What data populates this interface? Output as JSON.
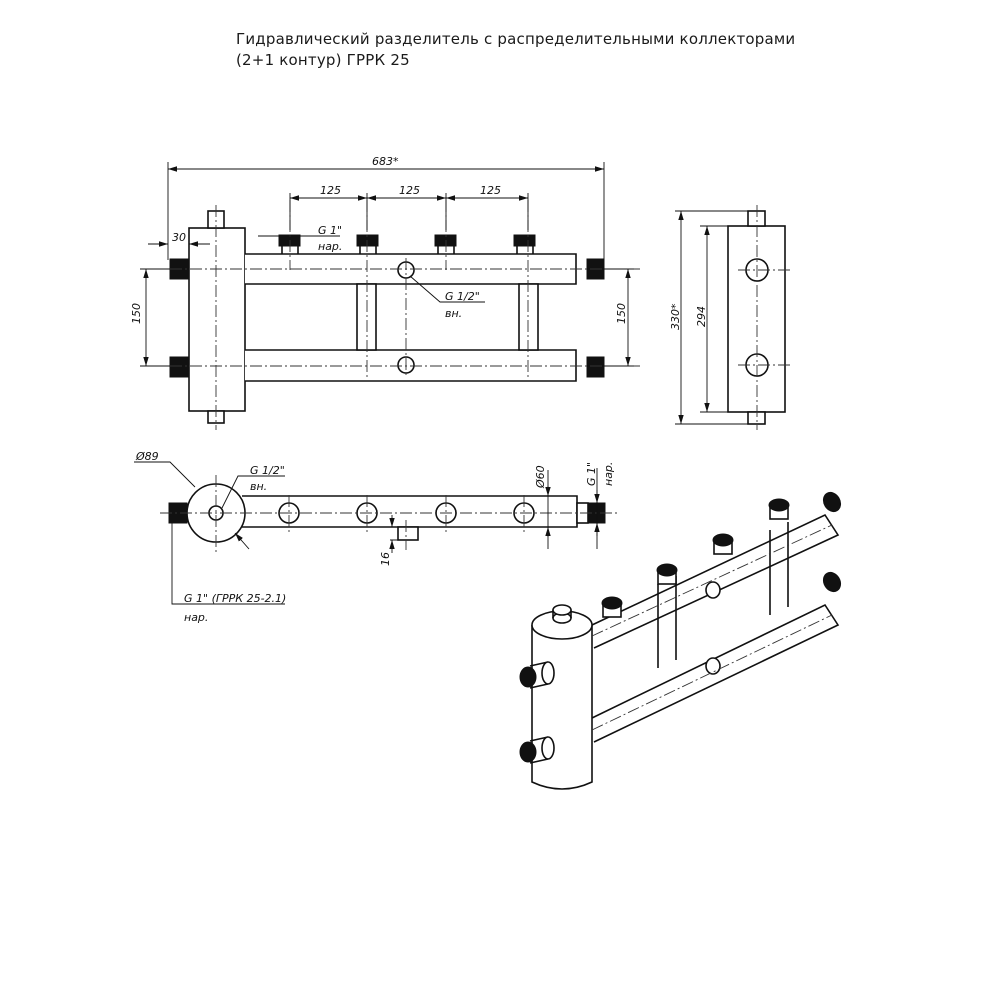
{
  "title": {
    "line1": "Гидравлический разделитель с распределительными коллекторами",
    "line2": "(2+1 контур) ГРРК 25"
  },
  "front_view": {
    "overall_width": "683*",
    "spacing_1": "125",
    "spacing_2": "125",
    "spacing_3": "125",
    "offset": "30",
    "height_left": "150",
    "height_right": "150",
    "top_thread": "G 1\"",
    "top_thread_type": "нар.",
    "mid_thread": "G 1/2\"",
    "mid_thread_type": "вн."
  },
  "side_view": {
    "overall_height": "330*",
    "inner_height": "294"
  },
  "top_view": {
    "diameter_big": "Ø89",
    "diameter_small": "Ø60",
    "thread_center": "G 1/2\"",
    "thread_center_type": "вн.",
    "thread_right": "G 1\"",
    "thread_right_type": "нар.",
    "drop": "16",
    "thread_bottom": "G 1\" (ГРРК 25-2.1)",
    "thread_bottom_type": "нар."
  }
}
